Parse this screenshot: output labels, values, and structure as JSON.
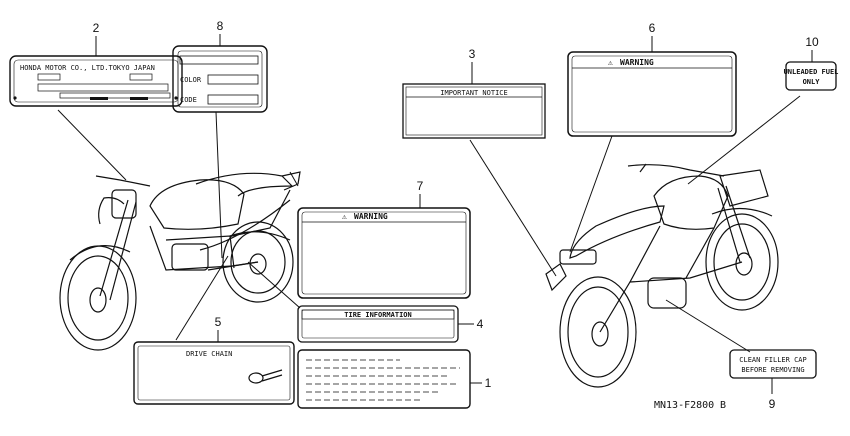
{
  "parts": [
    {
      "no": "1",
      "label": ""
    },
    {
      "no": "2",
      "label": "HONDA MOTOR CO., LTD.TOKYO JAPAN"
    },
    {
      "no": "3",
      "label": "IMPORTANT NOTICE"
    },
    {
      "no": "4",
      "label": "TIRE INFORMATION"
    },
    {
      "no": "5",
      "label": "DRIVE CHAIN"
    },
    {
      "no": "6",
      "label": "WARNING"
    },
    {
      "no": "7",
      "label": "WARNING"
    },
    {
      "no": "8",
      "label": ""
    },
    {
      "no": "9",
      "label": "CLEAN FILLER CAP BEFORE REMOVING"
    },
    {
      "no": "10",
      "label": "UNLEADED FUEL ONLY"
    }
  ],
  "labels": {
    "color_plate": {
      "color": "COLOR",
      "code": "CODE"
    },
    "warning_symbol": "⚠",
    "warning_text": "WARNING",
    "fuel_line1": "UNLEADED FUEL",
    "fuel_line2": "ONLY",
    "filler_line1": "CLEAN FILLER CAP",
    "filler_line2": "BEFORE REMOVING"
  },
  "diagram_code": "MN13-F2800",
  "diagram_code_suffix": "B"
}
